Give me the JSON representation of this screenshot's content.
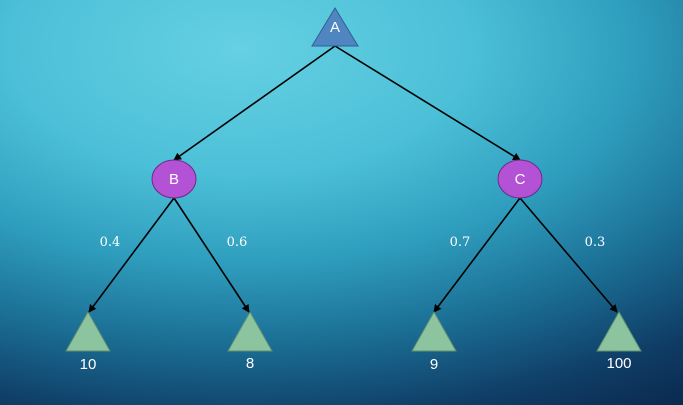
{
  "colors": {
    "max_node": "#4f86c0",
    "chance_node": "#b352d4",
    "leaf_node": "#8dc4a0",
    "edge": "#000000",
    "text": "#ffffff"
  },
  "nodes": {
    "root": {
      "label": "A",
      "shape": "triangle"
    },
    "chance_left": {
      "label": "B",
      "shape": "circle"
    },
    "chance_right": {
      "label": "C",
      "shape": "circle"
    }
  },
  "edges": {
    "b_leaf1": {
      "probability": "0.4"
    },
    "b_leaf2": {
      "probability": "0.6"
    },
    "c_leaf3": {
      "probability": "0.7"
    },
    "c_leaf4": {
      "probability": "0.3"
    }
  },
  "leaves": [
    {
      "value": "10",
      "shape": "triangle"
    },
    {
      "value": "8",
      "shape": "triangle"
    },
    {
      "value": "9",
      "shape": "triangle"
    },
    {
      "value": "100",
      "shape": "triangle"
    }
  ]
}
